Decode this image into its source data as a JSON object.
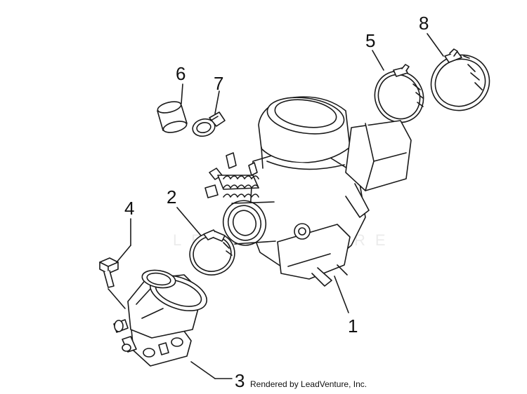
{
  "callouts": {
    "c1": "1",
    "c2": "2",
    "c3": "3",
    "c4": "4",
    "c5": "5",
    "c6": "6",
    "c7": "7",
    "c8": "8"
  },
  "credit": "Rendered by LeadVenture, Inc.",
  "watermark": "LEADVENTURE",
  "colors": {
    "line": "#1a1a1a",
    "fill": "#ffffff"
  }
}
